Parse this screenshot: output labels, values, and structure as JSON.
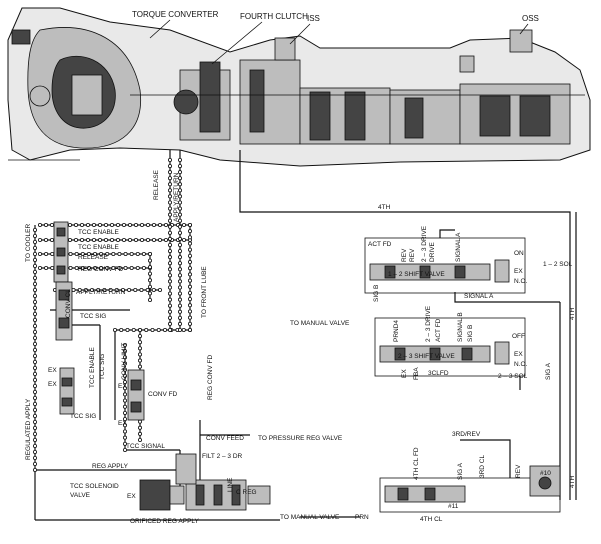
{
  "header": {
    "torque_converter": "TORQUE CONVERTER",
    "fourth_clutch": "FOURTH CLUTCH",
    "iss": "ISS",
    "oss": "OSS"
  },
  "lines": {
    "release": "RELEASE",
    "apply_return": "APPLY/RETURN",
    "to_cooler": "TO COOLER",
    "tcc_enable_1": "TCC ENABLE",
    "tcc_enable_2": "TCC ENABLE",
    "release_2": "RELEASE",
    "reg_conv_fd": "REG CONV FD",
    "apply_return_2": "APPLY/RETURN",
    "tcc_sig": "TCC SIG",
    "tcc_sig_2": "TCC SIG",
    "tcc_sig_3": "TCC SIG",
    "tcc_enable_v": "TCC ENABLE",
    "tcc_sig_v": "TCC SIG",
    "conv_clutch": "CONV CL",
    "conv_limit": "CONV LIMIT",
    "conv_fd": "CONV FD",
    "reg_conv_fd_v": "REG CONV FD",
    "to_front_lube": "TO FRONT LUBE",
    "tcc_signal": "TCC SIGNAL",
    "conv_feed": "CONV FEED",
    "to_pressure_reg": "TO PRESSURE REG VALVE",
    "regulated_apply": "REGULATED APPLY",
    "reg_apply": "REG APPLY",
    "filt_2_3_dr": "FILT 2 – 3 DR",
    "tcc_solenoid_valve": [
      "TCC SOLENOID",
      "VALVE"
    ],
    "ex": "EX",
    "ex_2": "EX",
    "ex_3": "EX",
    "ex_4": "EX",
    "line": "LINE",
    "c_reg": "C REG",
    "orificed_reg_apply": "ORIFICED REG APPLY",
    "to_manual_valve": "TO MANUAL VALVE",
    "prn": "PRN",
    "fourth": "4TH",
    "fourth_v": "4TH",
    "act_fd": "ACT FD",
    "rev": "REV",
    "rev_2": "REV",
    "d23_drive": "2 – 3 DRIVE",
    "drive": "DRIVE",
    "signal_a": "SIGNAL A",
    "signal_a_2": "SIGNAL A",
    "on": "ON",
    "sol_1_2": "1 – 2 SOL",
    "ex_no": [
      "EX",
      "N.O."
    ],
    "shift_valve_1": "1 – 2 SHIFT VALVE",
    "sig_b": "SIG B",
    "to_manual_valve_2": "TO MANUAL VALVE",
    "prnd4": "PRND4",
    "d23_drive_2": "2 – 3 DRIVE",
    "act_fd_2": "ACT FD",
    "signal_b": "SIGNAL B",
    "sig_b_2": "SIG B",
    "off": "OFF",
    "sol_2_3": "2 – 3 SOL",
    "ex_no_2": [
      "EX",
      "N.O."
    ],
    "shift_valve_2": "2 – 3 SHIFT VALVE",
    "sig_a": "SIG A",
    "cl_3": "3CLFD",
    "fba": "FBA",
    "ex_5": "EX",
    "rd_rev": "3RD/REV",
    "th_cl_fd": "4TH CL FD",
    "rd_cl": "3RD CL",
    "rev_3": "REV",
    "th_cl": "4TH CL",
    "num_10": "#10",
    "num_11": "#11",
    "sig_a_2": "SIG A",
    "fourth_right": "4TH"
  }
}
